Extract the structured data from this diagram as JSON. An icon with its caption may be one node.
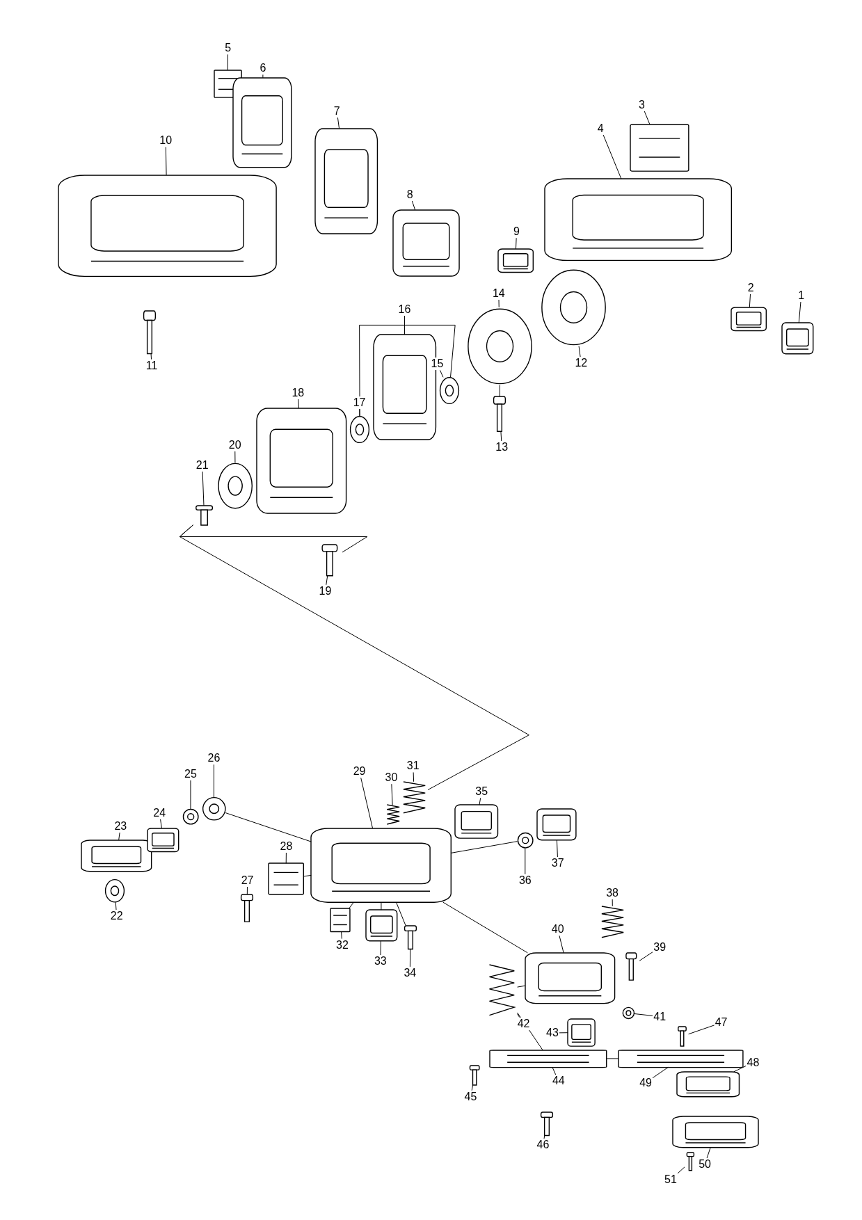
{
  "diagram": {
    "nodes": [
      {
        "text": [
          "1"
        ]
      },
      {
        "text": [],
        "shape": "picture"
      },
      {
        "text": [
          "2"
        ]
      },
      {
        "text": [],
        "shape": "picture"
      },
      {
        "text": [
          "3"
        ]
      },
      {
        "text": [],
        "shape": "picture"
      },
      {
        "text": [
          "4"
        ]
      },
      {
        "text": [],
        "shape": "picture"
      },
      {
        "text": [
          "5"
        ]
      },
      {
        "text": [],
        "shape": "picture"
      },
      {
        "text": [
          "6"
        ]
      },
      {
        "text": [],
        "shape": "picture"
      },
      {
        "text": [
          "7"
        ]
      },
      {
        "text": [],
        "shape": "picture"
      },
      {
        "text": [
          "8"
        ]
      },
      {
        "text": [],
        "shape": "picture"
      },
      {
        "text": [
          "9"
        ]
      },
      {
        "text": [],
        "shape": "picture"
      },
      {
        "text": [
          "10"
        ]
      },
      {
        "text": [],
        "shape": "picture"
      },
      {
        "text": [
          "11"
        ]
      },
      {
        "text": [],
        "shape": "picture"
      },
      {
        "text": [
          "12"
        ]
      },
      {
        "text": [],
        "shape": "picture"
      },
      {
        "text": [
          "13"
        ]
      },
      {
        "text": [],
        "shape": "picture"
      },
      {
        "text": [
          "14"
        ]
      },
      {
        "text": [],
        "shape": "picture"
      },
      {
        "text": [
          "15"
        ]
      },
      {
        "text": [],
        "shape": "picture"
      },
      {
        "text": [
          "16"
        ]
      },
      {
        "text": [],
        "shape": "picture"
      },
      {
        "text": [
          "17"
        ]
      },
      {
        "text": [],
        "shape": "picture"
      },
      {
        "text": [
          "18"
        ]
      },
      {
        "text": [],
        "shape": "picture"
      },
      {
        "text": [
          "19"
        ]
      },
      {
        "text": [],
        "shape": "picture"
      },
      {
        "text": [
          "20"
        ]
      },
      {
        "text": [],
        "shape": "picture"
      },
      {
        "text": [
          "21"
        ]
      },
      {
        "text": [],
        "shape": "picture"
      },
      {
        "text": [
          "22"
        ]
      },
      {
        "text": [],
        "shape": "picture"
      },
      {
        "text": [
          "23"
        ]
      },
      {
        "text": [],
        "shape": "picture"
      },
      {
        "text": [
          "24"
        ]
      },
      {
        "text": [],
        "shape": "picture"
      },
      {
        "text": [
          "25"
        ]
      },
      {
        "text": [],
        "shape": "picture"
      },
      {
        "text": [
          "26"
        ]
      },
      {
        "text": [],
        "shape": "picture"
      },
      {
        "text": [
          "27"
        ]
      },
      {
        "text": [],
        "shape": "picture"
      },
      {
        "text": [
          "28"
        ]
      },
      {
        "text": [],
        "shape": "picture"
      },
      {
        "text": [
          "29"
        ]
      },
      {
        "text": [],
        "shape": "picture"
      },
      {
        "text": [
          "30"
        ]
      },
      {
        "text": [],
        "shape": "picture"
      },
      {
        "text": [
          "31"
        ]
      },
      {
        "text": [],
        "shape": "picture"
      },
      {
        "text": [
          "32"
        ]
      },
      {
        "text": [],
        "shape": "picture"
      },
      {
        "text": [
          "33"
        ]
      },
      {
        "text": [],
        "shape": "picture"
      },
      {
        "text": [
          "34"
        ]
      },
      {
        "text": [],
        "shape": "picture"
      },
      {
        "text": [
          "35"
        ]
      },
      {
        "text": [],
        "shape": "picture"
      },
      {
        "text": [
          "36"
        ]
      },
      {
        "text": [],
        "shape": "picture"
      },
      {
        "text": [
          "37"
        ]
      },
      {
        "text": [],
        "shape": "picture"
      },
      {
        "text": [
          "38"
        ]
      },
      {
        "text": [],
        "shape": "picture"
      },
      {
        "text": [
          "39"
        ]
      },
      {
        "text": [],
        "shape": "picture"
      },
      {
        "text": [
          "40"
        ]
      },
      {
        "text": [],
        "shape": "picture"
      },
      {
        "text": [
          "41"
        ]
      },
      {
        "text": [],
        "shape": "picture"
      },
      {
        "text": [
          "42"
        ]
      },
      {
        "text": [],
        "shape": "picture"
      },
      {
        "text": [
          "43"
        ]
      },
      {
        "text": [],
        "shape": "picture"
      },
      {
        "text": [
          "44"
        ]
      },
      {
        "text": [],
        "shape": "picture"
      },
      {
        "text": [
          "45"
        ]
      },
      {
        "text": [],
        "shape": "picture"
      },
      {
        "text": [
          "46"
        ]
      },
      {
        "text": [],
        "shape": "picture"
      },
      {
        "text": [
          "47"
        ]
      },
      {
        "text": [],
        "shape": "picture"
      },
      {
        "text": [
          "48"
        ]
      },
      {
        "text": [],
        "shape": "picture"
      },
      {
        "text": [
          "49"
        ]
      },
      {
        "text": [],
        "shape": "picture"
      },
      {
        "text": [
          "50"
        ]
      },
      {
        "text": [],
        "shape": "picture"
      },
      {
        "text": [
          "51"
        ]
      },
      {
        "text": [],
        "shape": "picture"
      }
    ],
    "edges": [
      {
        "from": 0,
        "to": 1,
        "arrow": "none"
      },
      {
        "from": 2,
        "to": 3,
        "arrow": "none"
      },
      {
        "from": 4,
        "to": 5,
        "arrow": "none"
      },
      {
        "from": 6,
        "to": 7,
        "arrow": "none"
      },
      {
        "from": 8,
        "to": 9,
        "arrow": "none"
      },
      {
        "from": 10,
        "to": 11,
        "arrow": "none"
      },
      {
        "from": 12,
        "to": 13,
        "arrow": "none"
      },
      {
        "from": 14,
        "to": 15,
        "arrow": "none"
      },
      {
        "from": 16,
        "to": 17,
        "arrow": "none"
      },
      {
        "from": 18,
        "to": 19,
        "arrow": "none"
      },
      {
        "from": 20,
        "to": 21,
        "arrow": "none"
      },
      {
        "from": 22,
        "to": 23,
        "arrow": "none"
      },
      {
        "from": 24,
        "to": 25,
        "arrow": "none"
      },
      {
        "from": 26,
        "to": 27,
        "arrow": "none"
      },
      {
        "from": 28,
        "to": 29,
        "arrow": "none"
      },
      {
        "from": 30,
        "to": 31,
        "arrow": "none"
      },
      {
        "from": 32,
        "to": 33,
        "arrow": "none"
      },
      {
        "from": 34,
        "to": 35,
        "arrow": "none"
      },
      {
        "from": 36,
        "to": 37,
        "arrow": "none"
      },
      {
        "from": 38,
        "to": 39,
        "arrow": "none"
      },
      {
        "from": 40,
        "to": 41,
        "arrow": "none"
      },
      {
        "from": 42,
        "to": 43,
        "arrow": "none"
      },
      {
        "from": 44,
        "to": 45,
        "arrow": "none"
      },
      {
        "from": 46,
        "to": 47,
        "arrow": "none"
      },
      {
        "from": 48,
        "to": 49,
        "arrow": "none"
      },
      {
        "from": 50,
        "to": 51,
        "arrow": "none"
      },
      {
        "from": 52,
        "to": 53,
        "arrow": "none"
      },
      {
        "from": 54,
        "to": 55,
        "arrow": "none"
      },
      {
        "from": 56,
        "to": 57,
        "arrow": "none"
      },
      {
        "from": 58,
        "to": 59,
        "arrow": "none"
      },
      {
        "from": 60,
        "to": 61,
        "arrow": "none"
      },
      {
        "from": 62,
        "to": 63,
        "arrow": "none"
      },
      {
        "from": 64,
        "to": 65,
        "arrow": "none"
      },
      {
        "from": 66,
        "to": 67,
        "arrow": "none"
      },
      {
        "from": 68,
        "to": 69,
        "arrow": "none"
      },
      {
        "from": 70,
        "to": 71,
        "arrow": "none"
      },
      {
        "from": 72,
        "to": 73,
        "arrow": "none"
      },
      {
        "from": 74,
        "to": 75,
        "arrow": "none"
      },
      {
        "from": 76,
        "to": 77,
        "arrow": "none"
      },
      {
        "from": 78,
        "to": 79,
        "arrow": "none"
      },
      {
        "from": 80,
        "to": 81,
        "arrow": "none"
      },
      {
        "from": 82,
        "to": 83,
        "arrow": "none"
      },
      {
        "from": 84,
        "to": 85,
        "arrow": "none"
      },
      {
        "from": 86,
        "to": 87,
        "arrow": "none"
      },
      {
        "from": 88,
        "to": 89,
        "arrow": "none"
      },
      {
        "from": 90,
        "to": 91,
        "arrow": "none"
      },
      {
        "from": 92,
        "to": 93,
        "arrow": "none"
      },
      {
        "from": 94,
        "to": 95,
        "arrow": "none"
      },
      {
        "from": 96,
        "to": 97,
        "arrow": "none"
      },
      {
        "from": 98,
        "to": 99,
        "arrow": "none"
      },
      {
        "from": 100,
        "to": 101,
        "arrow": "none"
      },
      {
        "from": 33,
        "to": 29,
        "arrow": "none"
      },
      {
        "from": 25,
        "to": 27,
        "arrow": "none"
      },
      {
        "from": 41,
        "to": 37,
        "arrow": "none"
      },
      {
        "from": 41,
        "to": 61,
        "arrow": "none"
      },
      {
        "from": 51,
        "to": 57,
        "arrow": "none"
      },
      {
        "from": 71,
        "to": 57,
        "arrow": "none"
      },
      {
        "from": 55,
        "to": 57,
        "arrow": "none"
      },
      {
        "from": 57,
        "to": 79,
        "arrow": "none"
      },
      {
        "from": 83,
        "to": 79,
        "arrow": "none"
      },
      {
        "from": 83,
        "to": 87,
        "arrow": "none"
      },
      {
        "from": 87,
        "to": 97,
        "arrow": "none"
      },
      {
        "from": 63,
        "to": 57,
        "arrow": "none"
      },
      {
        "from": 65,
        "to": 57,
        "arrow": "none"
      },
      {
        "from": 67,
        "to": 57,
        "arrow": "none"
      }
    ]
  }
}
